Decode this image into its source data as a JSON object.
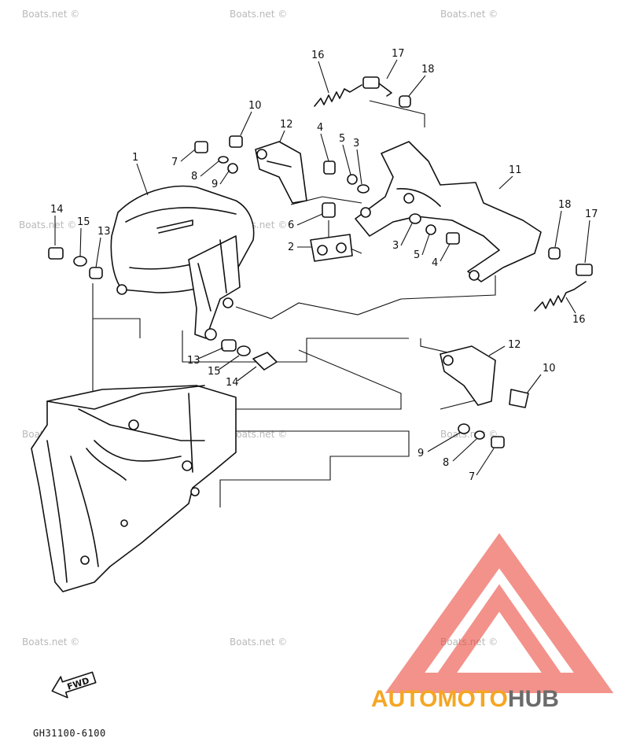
{
  "watermark": "Boats.net ©",
  "diagram_code": "GH31100-6100",
  "fwd_label": "FWD",
  "brand": {
    "part1": "AUTOMOTO",
    "part2": "HUB",
    "color1": "#f5a623",
    "color2": "#6b6b6b",
    "logo_color": "#e83a2e"
  },
  "callouts": {
    "c16a": "16",
    "c17a": "17",
    "c18a": "18",
    "c10a": "10",
    "c12a": "12",
    "c4a": "4",
    "c5a": "5",
    "c3a": "3",
    "c7a": "7",
    "c8a": "8",
    "c9a": "9",
    "c1": "1",
    "c11": "11",
    "c14a": "14",
    "c15a": "15",
    "c13a": "13",
    "c6": "6",
    "c2": "2",
    "c3b": "3",
    "c5b": "5",
    "c4b": "4",
    "c18b": "18",
    "c17b": "17",
    "c16b": "16",
    "c13b": "13",
    "c15b": "15",
    "c14b": "14",
    "c12b": "12",
    "c10b": "10",
    "c9b": "9",
    "c8b": "8",
    "c7b": "7"
  }
}
